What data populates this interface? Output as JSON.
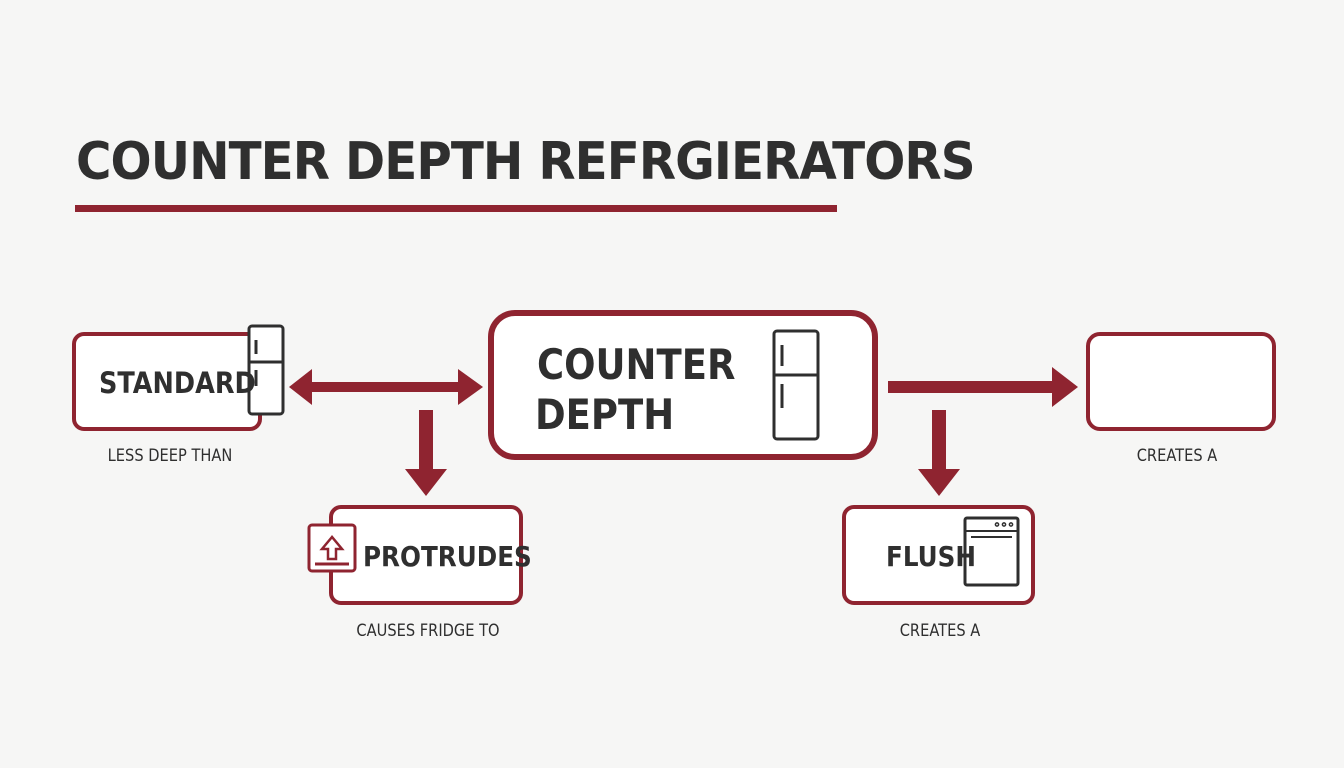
{
  "title": "COUNTER DEPTH REFRGIERATORS",
  "colors": {
    "accent": "#8f2430",
    "text": "#2f2f2f",
    "background": "#f6f6f5"
  },
  "nodes": {
    "standard": {
      "label": "STANDARD",
      "icon": "refrigerator-icon",
      "caption": "LESS DEEP THAN"
    },
    "counter_depth": {
      "label_line1": "COUNTER",
      "label_line2": "DEPTH",
      "icon": "refrigerator-icon"
    },
    "empty_right": {
      "label": "",
      "caption": "CREATES A"
    },
    "protrudes": {
      "label": "PROTRUDES",
      "icon": "protrude-arrow-icon",
      "caption": "CAUSES FRIDGE TO"
    },
    "flush": {
      "label": "FLUSH",
      "icon": "dishwasher-icon",
      "caption": "CREATES A"
    }
  }
}
